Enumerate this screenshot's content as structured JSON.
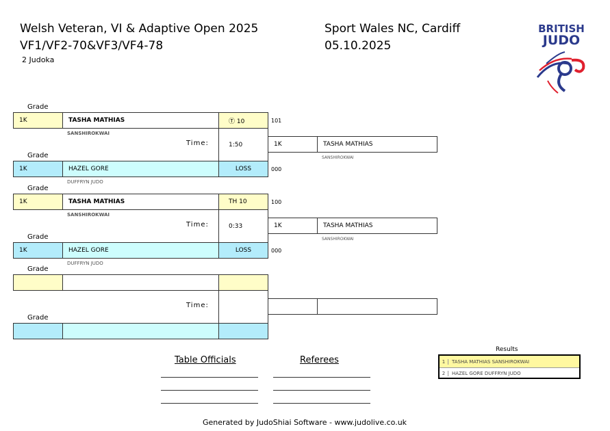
{
  "header": {
    "title": "Welsh Veteran, VI & Adaptive Open 2025",
    "category": "VF1/VF2-70&VF3/VF4-78",
    "count": "2 Judoka",
    "venue": "Sport Wales NC, Cardiff",
    "date": "05.10.2025",
    "logo_text": [
      "BRITISH",
      "JUDO"
    ]
  },
  "labels": {
    "grade": "Grade",
    "time": "Time:"
  },
  "matches": [
    {
      "white": {
        "grade": "1K",
        "name": "TASHA MATHIAS",
        "club": "SANSHIROKWAI",
        "score": "Ⓣ 10",
        "points": "101"
      },
      "blue": {
        "grade": "1K",
        "name": "HAZEL GORE",
        "club": "DUFFRYN JUDO",
        "score": "LOSS",
        "points": "000"
      },
      "time": "1:50",
      "winner": {
        "grade": "1K",
        "name": "TASHA MATHIAS",
        "club": "SANSHIROKWAI"
      }
    },
    {
      "white": {
        "grade": "1K",
        "name": "TASHA MATHIAS",
        "club": "SANSHIROKWAI",
        "score": "TH 10",
        "points": "100"
      },
      "blue": {
        "grade": "1K",
        "name": "HAZEL GORE",
        "club": "DUFFRYN JUDO",
        "score": "LOSS",
        "points": "000"
      },
      "time": "0:33",
      "winner": {
        "grade": "1K",
        "name": "TASHA MATHIAS",
        "club": "SANSHIROKWAI"
      }
    },
    {
      "white": {
        "grade": "",
        "name": "",
        "club": "",
        "score": "",
        "points": ""
      },
      "blue": {
        "grade": "",
        "name": "",
        "club": "",
        "score": "",
        "points": ""
      },
      "time": "",
      "winner": {
        "grade": "",
        "name": "",
        "club": ""
      }
    }
  ],
  "officials": {
    "table": "Table Officials",
    "referees": "Referees"
  },
  "results": {
    "title": "Results",
    "rows": [
      {
        "rank": "1",
        "text": "TASHA MATHIAS SANSHIROKWAI"
      },
      {
        "rank": "2",
        "text": "HAZEL GORE DUFFRYN JUDO"
      }
    ]
  },
  "footer": "Generated by JudoShiai Software - www.judolive.co.uk",
  "colors": {
    "white_bg": "#fffdc8",
    "blue_bg": "#b3ecfb",
    "name_blue_bg": "#cdfdfd",
    "results_highlight": "#fff8a0"
  }
}
